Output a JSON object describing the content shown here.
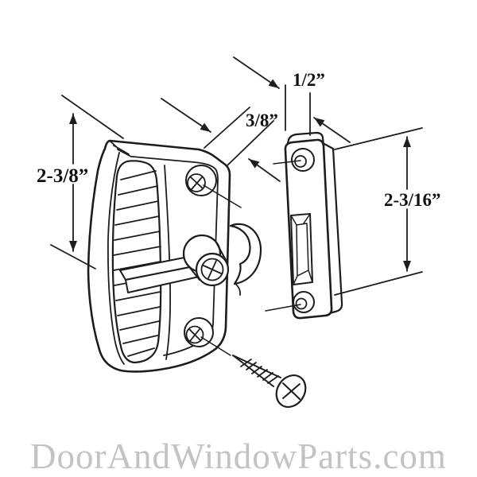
{
  "page": {
    "background": "#ffffff",
    "ink_color": "#1d1d1d"
  },
  "diagram": {
    "labels": {
      "latch_height": "2-3/8”",
      "plate_thickness": "3/8”",
      "keeper_width": "1/2”",
      "keeper_height": "2-3/16”"
    }
  },
  "watermark": {
    "text": "DoorAndWindowParts.com",
    "color": "#c3c3c3"
  }
}
